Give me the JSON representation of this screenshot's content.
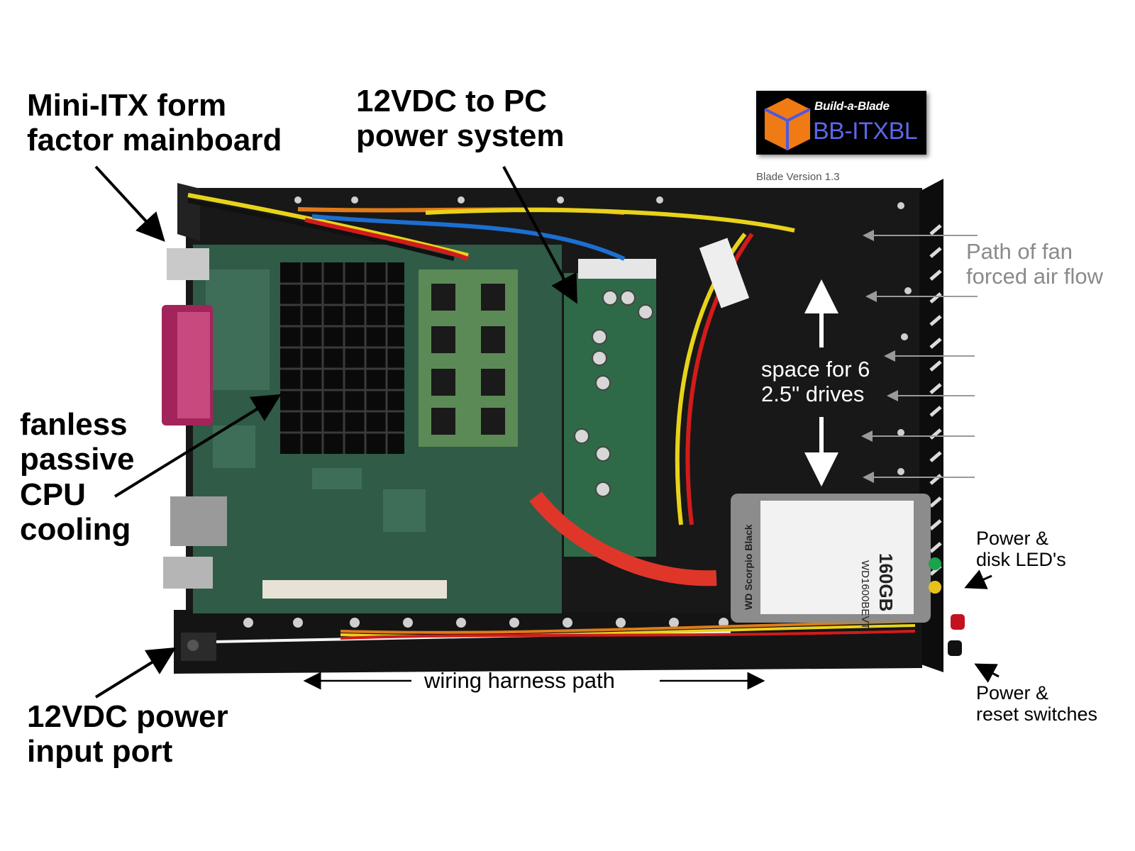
{
  "logo": {
    "brand": "Build-a-Blade",
    "model": "BB-ITXBL",
    "version": "Blade Version 1.3"
  },
  "labels": {
    "mainboard": [
      "Mini-ITX form",
      "factor mainboard"
    ],
    "power_system": [
      "12VDC to PC",
      "power system"
    ],
    "cpu_cooling": [
      "fanless",
      "passive",
      "CPU",
      "cooling"
    ],
    "power_input": [
      "12VDC power",
      "input port"
    ],
    "airflow": [
      "Path of fan",
      "forced air flow"
    ],
    "drive_space": [
      "space for 6",
      "2.5\" drives"
    ],
    "harness": "wiring harness path",
    "leds": [
      "Power &",
      "disk LED's"
    ],
    "switches": [
      "Power &",
      "reset switches"
    ]
  },
  "hdd": {
    "capacity": "160GB",
    "model": "WD1600BEVT",
    "brand": "WD Scorpio Black"
  },
  "colors": {
    "chassis": "#161616",
    "pcb": "#2f5b47",
    "heatsink": "#0a0a0a",
    "sata": "#e0362a",
    "logo_cube": "#f07a14",
    "logo_text": "#5b67e6"
  }
}
